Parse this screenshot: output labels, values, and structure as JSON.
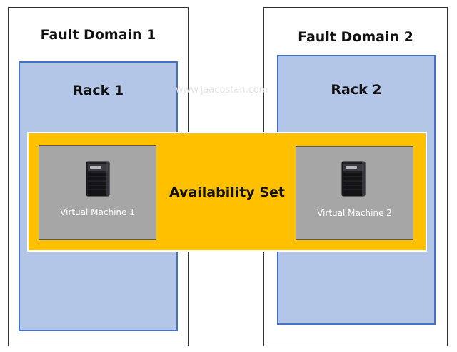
{
  "fault_domains": [
    {
      "title": "Fault Domain 1",
      "rack": "Rack 1"
    },
    {
      "title": "Fault Domain 2",
      "rack": "Rack 2"
    }
  ],
  "availability_set": {
    "label": "Availability Set"
  },
  "virtual_machines": [
    {
      "label": "Virtual Machine 1",
      "icon": "server-icon"
    },
    {
      "label": "Virtual Machine 2",
      "icon": "server-icon"
    }
  ],
  "watermark": "www.jaacostan.com",
  "colors": {
    "rack_fill": "#b4c6e7",
    "rack_border": "#4472c4",
    "availability_set_fill": "#ffc000",
    "vm_fill": "#a6a6a6"
  }
}
